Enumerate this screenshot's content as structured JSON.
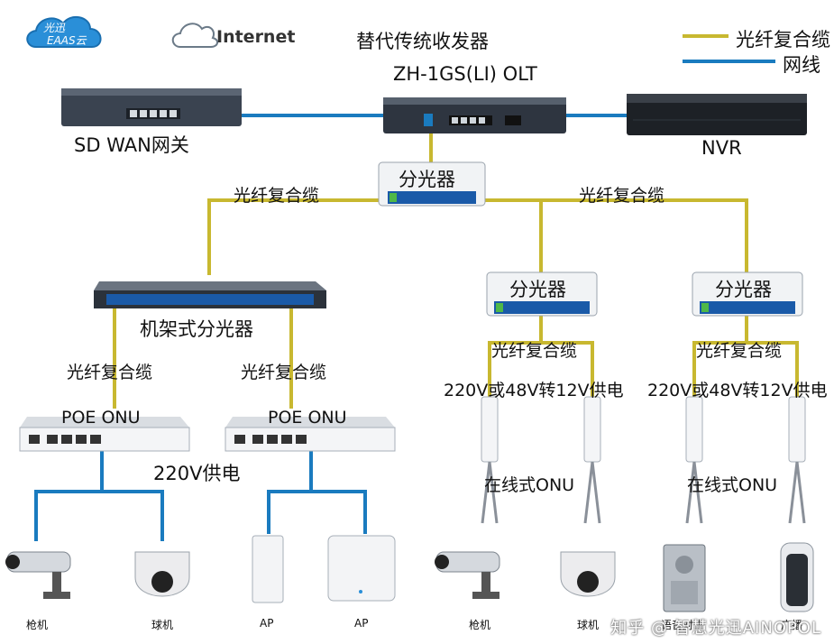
{
  "title": "替代传统收发器",
  "legend": {
    "fiber": {
      "label": "光纤复合缆",
      "color": "#c8b830"
    },
    "network": {
      "label": "网线",
      "color": "#1a7bbf"
    }
  },
  "cloud": {
    "brand_line1": "光迅",
    "brand_line2": "EAAS云"
  },
  "internet_label": "Internet",
  "sdwan_label": "SD WAN网关",
  "olt_label": "ZH-1GS(LI) OLT",
  "nvr_label": "NVR",
  "splitter_label": "分光器",
  "rack_splitter_label": "机架式分光器",
  "fiber_cable_label": "光纤复合缆",
  "poe_onu_label": "POE ONU",
  "power_220v_label": "220V供电",
  "power_convert_label": "220V或48V转12V供电",
  "inline_onu_label": "在线式ONU",
  "devices": [
    "枪机",
    "球机",
    "AP",
    "AP",
    "枪机",
    "球机",
    "语音对讲",
    "广播"
  ],
  "watermark": "知乎 @ 智慧光迅AINOPOL",
  "colors": {
    "fiber": "#c8b830",
    "network": "#1a7bbf",
    "device_dark": "#2c3138",
    "device_light": "#eef0f2"
  }
}
